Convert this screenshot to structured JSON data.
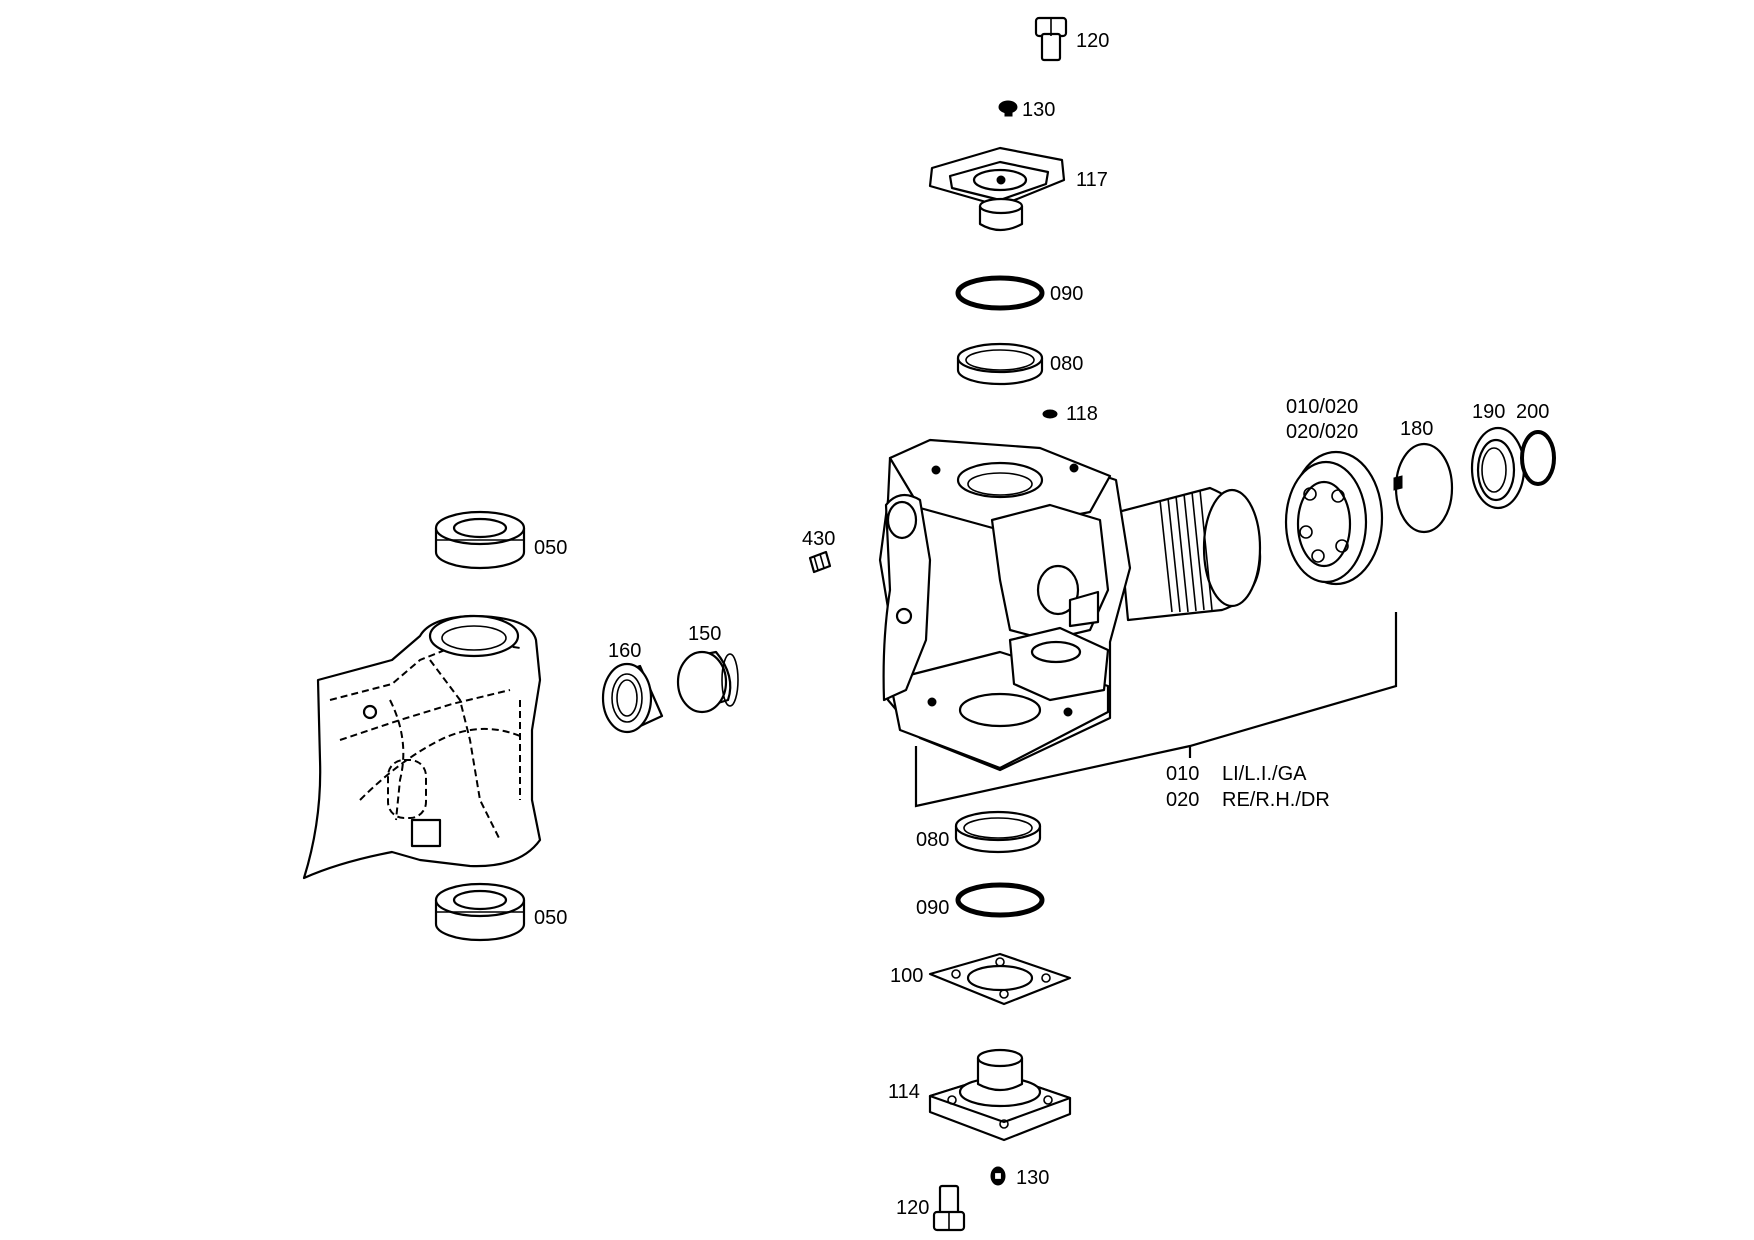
{
  "labels": {
    "p120_top": "120",
    "p130_top": "130",
    "p117": "117",
    "p090_top": "090",
    "p080_top": "080",
    "p118": "118",
    "p010_020": "010/020",
    "p020_020": "020/020",
    "p180": "180",
    "p190": "190",
    "p200": "200",
    "p050_top": "050",
    "p430": "430",
    "p160": "160",
    "p150": "150",
    "p080_bottom": "080",
    "p090_bottom": "090",
    "p100": "100",
    "p114": "114",
    "p130_bottom": "130",
    "p120_bottom": "120",
    "p050_bottom": "050"
  },
  "legend": {
    "row1_code": "010",
    "row1_text": "LI/L.I./GA",
    "row2_code": "020",
    "row2_text": "RE/R.H./DR"
  }
}
